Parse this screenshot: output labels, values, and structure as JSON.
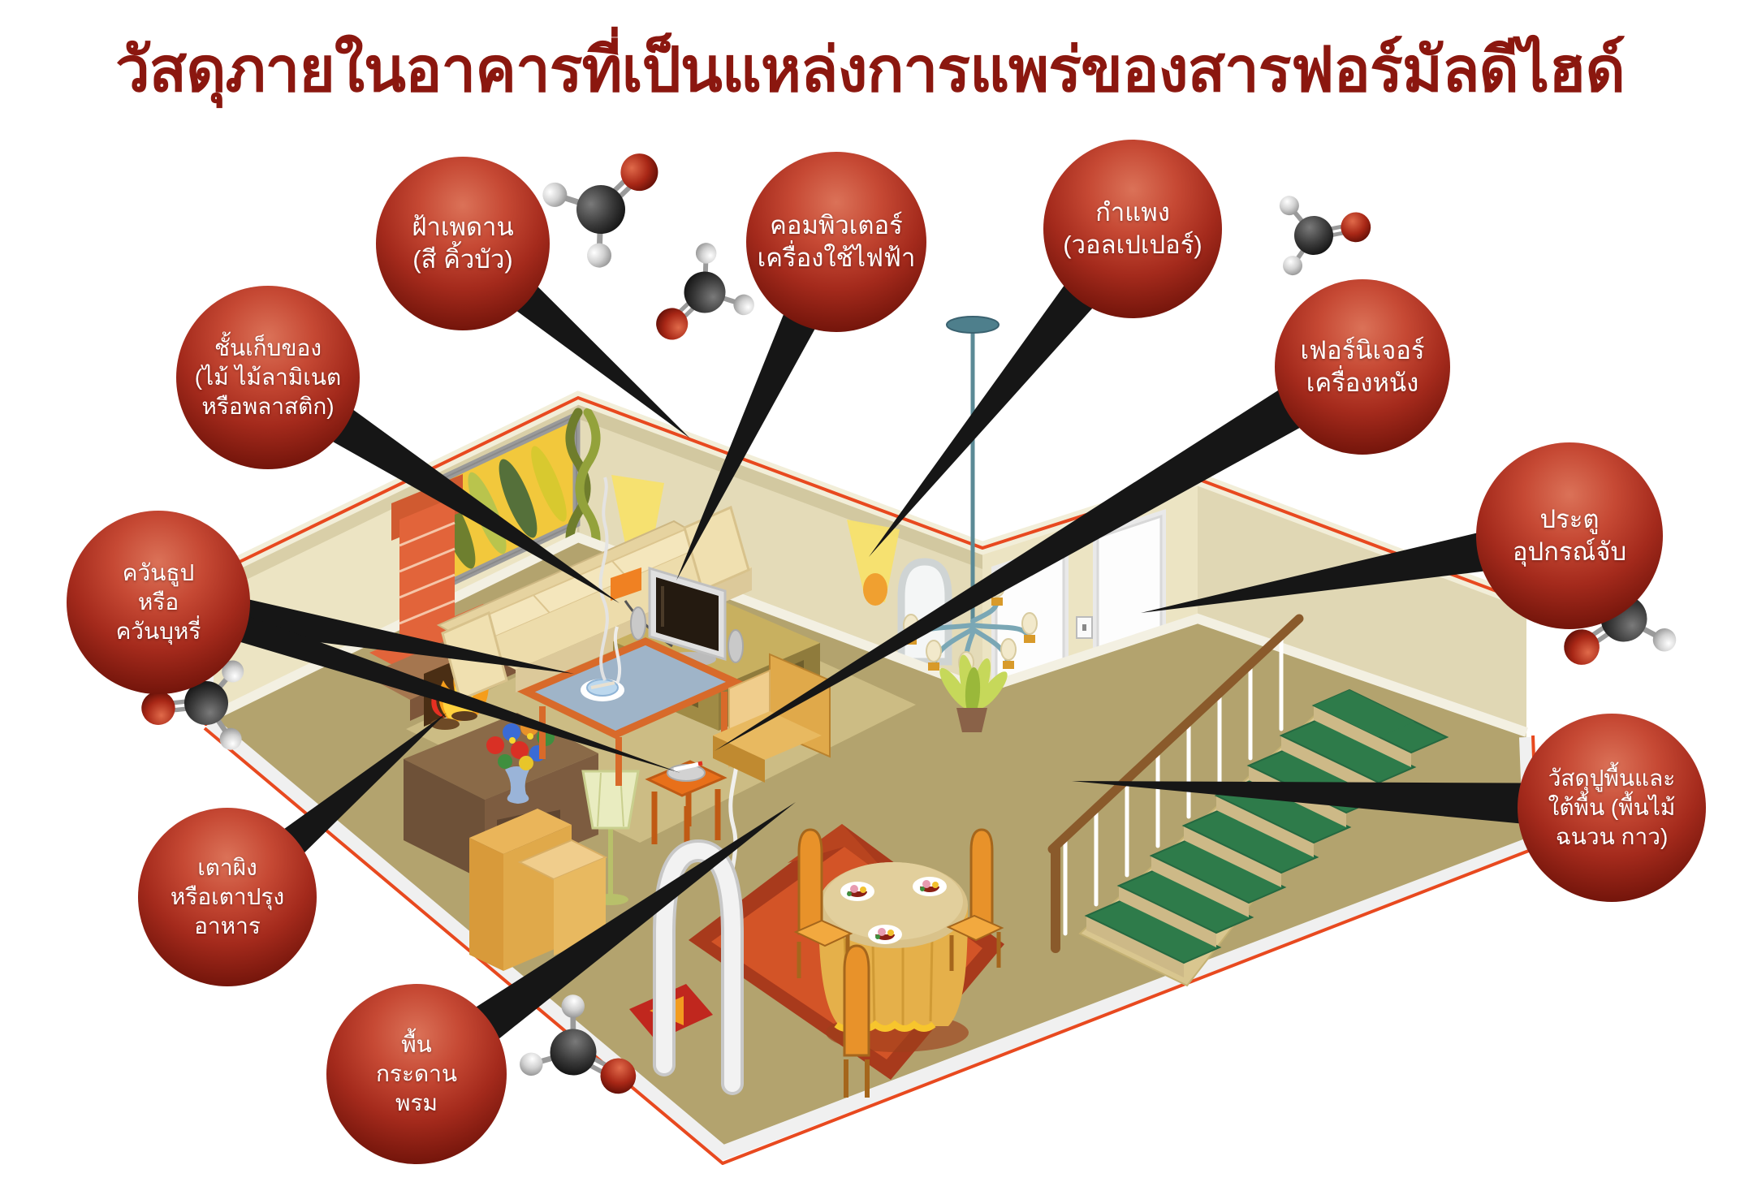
{
  "title": "วัสดุภายในอาคารที่เป็นแหล่งการแพร่ของสารฟอร์มัลดีไฮด์",
  "bubbles": [
    {
      "id": "ceiling",
      "lines": [
        "ฝ้าเพดาน",
        "(สี คิ้วบัว)"
      ]
    },
    {
      "id": "shelf",
      "lines": [
        "ชั้นเก็บของ",
        "(ไม้ ไม้ลามิเนต",
        "หรือพลาสติก)"
      ]
    },
    {
      "id": "computer",
      "lines": [
        "คอมพิวเตอร์",
        "เครื่องใช้ไฟฟ้า"
      ]
    },
    {
      "id": "wallpaper",
      "lines": [
        "กำแพง",
        "(วอลเปเปอร์)"
      ]
    },
    {
      "id": "furniture",
      "lines": [
        "เฟอร์นิเจอร์",
        "เครื่องหนัง"
      ]
    },
    {
      "id": "door",
      "lines": [
        "ประตู",
        "อุปกรณ์จับ"
      ]
    },
    {
      "id": "smoke",
      "lines": [
        "ควันธูป",
        "หรือ",
        "ควันบุหรี่"
      ]
    },
    {
      "id": "fireplace",
      "lines": [
        "เตาผิง",
        "หรือเตาปรุง",
        "อาหาร"
      ]
    },
    {
      "id": "floor",
      "lines": [
        "พื้น",
        "กระดาน",
        "พรม"
      ]
    },
    {
      "id": "subfloor",
      "lines": [
        "วัสดุปูพื้นและ",
        "ใต้พื้น (พื้นไม้",
        "ฉนวน กาว)"
      ]
    }
  ],
  "colors": {
    "title_text": "#8B170F",
    "bubble_highlight": "#DB7258",
    "bubble_dark": "#5C0F07",
    "pointer": "#161616",
    "room_trim": "#E8491F",
    "wall": "#ECE4C3",
    "floor": "#B3A36E",
    "molecule_carbon": "#3A3A3A",
    "molecule_oxygen": "#A82716",
    "molecule_hydrogen": "#D2D2D2"
  },
  "icons": {
    "molecule": "formaldehyde-molecule",
    "pointer": "callout-pointer-wedge"
  }
}
